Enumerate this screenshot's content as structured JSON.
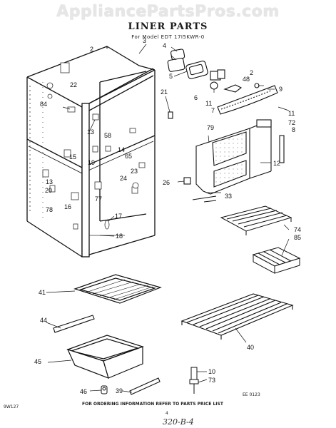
{
  "watermark": "AppliancePartsPros.com",
  "title": "LINER PARTS",
  "subtitle": "For Model EDT 17I5KWR-0",
  "footer": {
    "ordering_note": "FOR ORDERING INFORMATION REFER TO PARTS PRICE LIST",
    "left_code": "9W127",
    "right_code": "EE 0123",
    "page_mark": "4",
    "handwritten": "320-B-4"
  },
  "callouts": {
    "c2a": "2",
    "c3": "3",
    "c4": "4",
    "c5": "5",
    "c6": "6",
    "c48": "48",
    "c2b": "2",
    "c22": "22",
    "c21": "21",
    "c9": "9",
    "c11a": "11",
    "c7": "7",
    "c84": "84",
    "c13a": "13",
    "c11b": "11",
    "c72": "72",
    "c8": "8",
    "c79": "79",
    "c58": "58",
    "c14": "14",
    "c15": "15",
    "c65": "65",
    "c19": "19",
    "c23": "23",
    "c12": "12",
    "c24": "24",
    "c26": "26",
    "c13b": "13",
    "c20": "20",
    "c78": "78",
    "c77": "77",
    "c33": "33",
    "c16": "16",
    "c17": "17",
    "c74": "74",
    "c85": "85",
    "c18": "18",
    "c41": "41",
    "c44": "44",
    "c40": "40",
    "c45": "45",
    "c10": "10",
    "c73": "73",
    "c39": "39",
    "c46": "46"
  }
}
